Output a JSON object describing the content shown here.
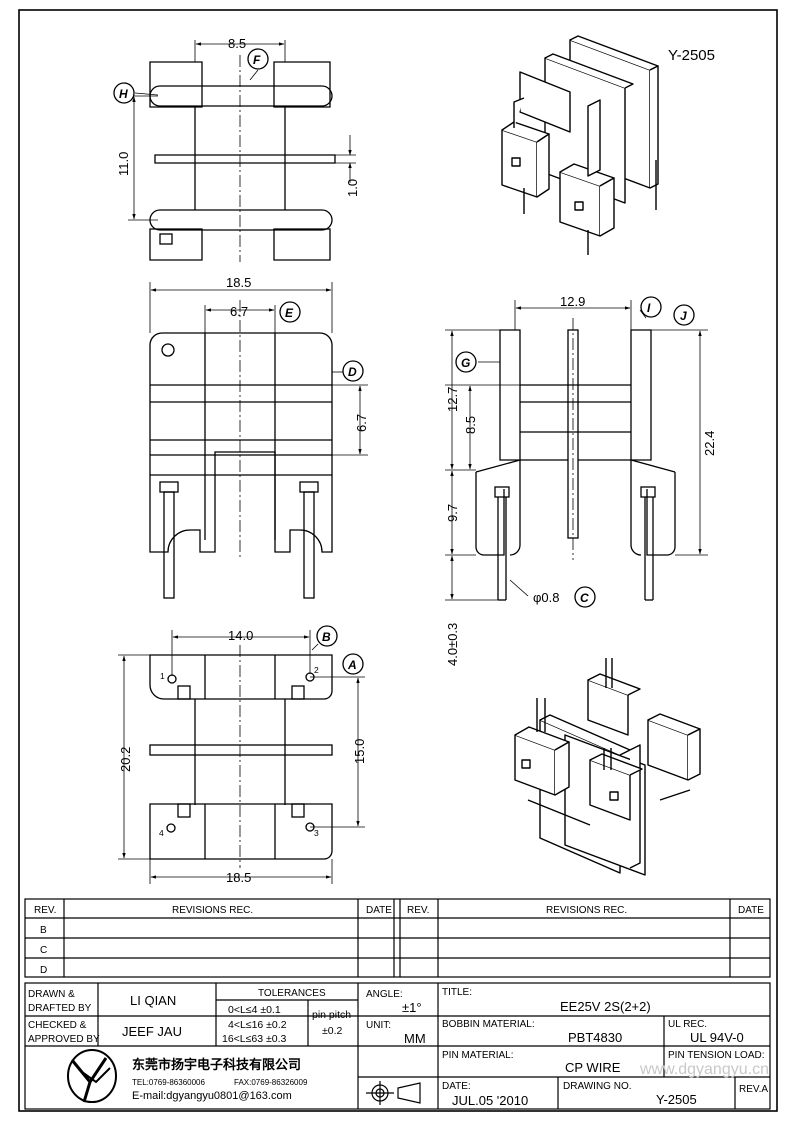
{
  "drawing_code": "Y-2505",
  "dims": {
    "top_width": "8.5",
    "top_height": "11.0",
    "top_flange": "1.0",
    "front_width": "18.5",
    "front_inner": "6.7",
    "front_core": "6.7",
    "side_width": "12.9",
    "side_total": "22.4",
    "side_upper": "12.7",
    "side_mid": "8.5",
    "side_lower": "9.7",
    "pin_length": "4.0±0.3",
    "pin_dia": "φ0.8",
    "bottom_pin_span": "14.0",
    "bottom_height": "20.2",
    "bottom_pitch": "15.0",
    "bottom_width": "18.5"
  },
  "bubbles": {
    "a": "A",
    "b": "B",
    "c": "C",
    "d": "D",
    "e": "E",
    "f": "F",
    "g": "G",
    "h": "H",
    "i": "I",
    "j": "J"
  },
  "pin_numbers": {
    "p1": "1",
    "p2": "2",
    "p3": "3",
    "p4": "4"
  },
  "revisions": {
    "rev": "REV.",
    "revisions_rec": "REVISIONS   REC.",
    "date": "DATE",
    "rows": [
      "B",
      "C",
      "D"
    ]
  },
  "title_block": {
    "drawn_label_1": "DRAWN  &",
    "drawn_label_2": "DRAFTED  BY",
    "drawn_value": "LI QIAN",
    "checked_label_1": "CHECKED  &",
    "checked_label_2": "APPROVED  BY",
    "checked_value": "JEEF JAU",
    "tolerances_label": "TOLERANCES",
    "tol_1": "0<L≤4    ±0.1",
    "tol_2": "4<L≤16  ±0.2",
    "tol_3": "16<L≤63  ±0.3",
    "pin_pitch_label": "pin pitch",
    "pin_pitch_value": "±0.2",
    "angle_label": "ANGLE:",
    "angle_value": "±1°",
    "unit_label": "UNIT:",
    "unit_value": "MM",
    "title_label": "TITLE:",
    "title_value": "EE25V  2S(2+2)",
    "bobbin_label": "BOBBIN MATERIAL:",
    "bobbin_value": "PBT4830",
    "ul_label": "UL REC.",
    "ul_value": "UL  94V-0",
    "pin_mat_label": "PIN MATERIAL:",
    "pin_mat_value": "CP  WIRE",
    "pin_tension_label": "PIN TENSION LOAD:",
    "date_label": "DATE:",
    "date_value": "JUL.05  '2010",
    "drawing_no_label": "DRAWING NO.",
    "drawing_no_value": "Y-2505",
    "rev_label": "REV.A"
  },
  "company": {
    "name_cn": "东莞市扬宇电子科技有限公司",
    "tel": "TEL:0769-86360006",
    "fax": "FAX:0769-86326009",
    "email": "E-mail:dgyangyu0801@163.com",
    "watermark": "www.dgyangyu.cn"
  }
}
